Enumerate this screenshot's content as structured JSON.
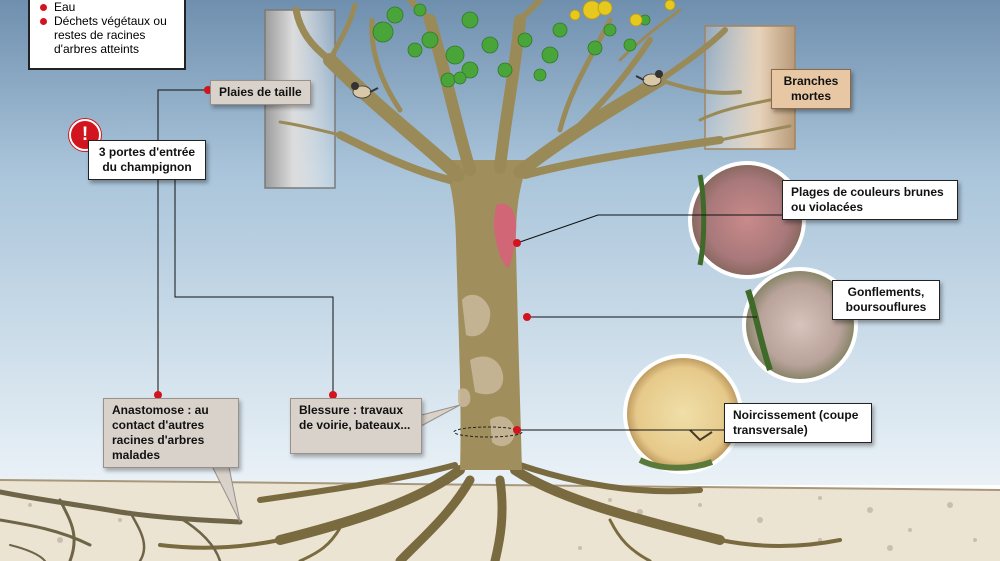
{
  "legend": {
    "items": [
      {
        "text": "Eau",
        "marker": "red-dot"
      },
      {
        "text": "Déchets végétaux ou restes de racines d'arbres atteints",
        "marker": "red-dot"
      }
    ]
  },
  "alert_icon": "!",
  "labels": {
    "entry_points": "3 portes d'entrée du champignon",
    "pruning_wounds": "Plaies de taille",
    "dead_branches": "Branches mortes",
    "brown_patches": "Plages de couleurs brunes ou violacées",
    "swellings": "Gonflements, boursouflures",
    "blackening": "Noircissement (coupe transversale)",
    "anastomosis": "Anastomose : au contact d'autres racines d'arbres malades",
    "injury": "Blessure : travaux de voirie, bateaux..."
  },
  "colors": {
    "sky_top": "#6f8fae",
    "sky_bottom": "#eaf2f7",
    "ground": "#ece4d2",
    "trunk": "#a08e5c",
    "bark_patch": "#c8b89a",
    "infection": "#d9607a",
    "marker_red": "#d2141e",
    "leaf_green": "#49a53a",
    "leaf_yellow": "#e6c81e"
  }
}
